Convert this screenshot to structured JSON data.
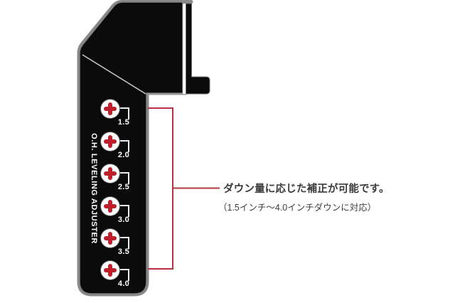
{
  "part": {
    "vertical_label": "O.H. LEVELING ADJUSTER"
  },
  "markers": [
    {
      "label": "1.5"
    },
    {
      "label": "2.0"
    },
    {
      "label": "2.5"
    },
    {
      "label": "3.0"
    },
    {
      "label": "3.5"
    },
    {
      "label": "4.0"
    }
  ],
  "callout": {
    "line1": "ダウン量に応じた補正が可能です。",
    "line2": "（1.5インチ～4.0インチダウンに対応）"
  },
  "colors": {
    "part_fill": "#0b0b0b",
    "outline_gray": "#8a8a8a",
    "cross_red": "#bd1f2b",
    "bracket_red": "#b5333f",
    "callout_text": "#3a3a3a",
    "background": "#ffffff"
  }
}
